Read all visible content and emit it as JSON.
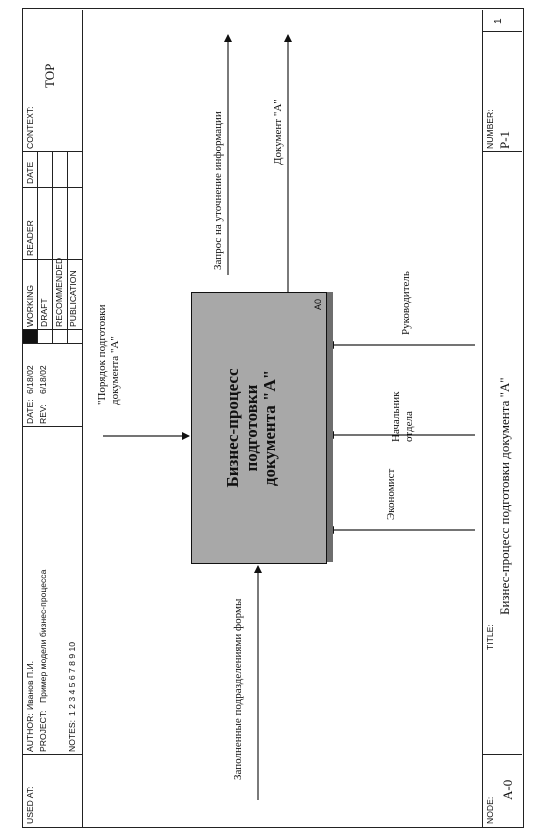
{
  "header": {
    "used_at_label": "USED AT:",
    "author_label": "AUTHOR:",
    "author": "Иванов П.И.",
    "project_label": "PROJECT:",
    "project": "Пример модели бизнес-процесса",
    "date_label": "DATE:",
    "date": "6/18/02",
    "rev_label": "REV:",
    "rev": "6/18/02",
    "notes_label": "NOTES:",
    "notes_numbers": "1 2 3 4 5 6 7 8 9 10",
    "status": {
      "working": "WORKING",
      "draft": "DRAFT",
      "recommended": "RECOMMENDED",
      "publication": "PUBLICATION"
    },
    "reader_label": "READER",
    "reader_date_label": "DATE",
    "context_label": "CONTEXT:",
    "context_value": "TOP"
  },
  "diagram": {
    "activity": {
      "line1": "Бизнес-процесс",
      "line2": "подготовки",
      "line3": "документа \"А\"",
      "number": "A0"
    },
    "arrows": {
      "input": "Заполненные подразделениями формы",
      "control_line1": "\"Порядок подготовки",
      "control_line2": "документа \"А\"",
      "output1": "Запрос на уточнение информации",
      "output2": "Документ \"А\"",
      "mech1": "Экономист",
      "mech2_line1": "Начальник",
      "mech2_line2": "отдела",
      "mech3": "Руководитель"
    }
  },
  "footer": {
    "node_label": "NODE:",
    "node_value": "A-0",
    "title_label": "TITLE:",
    "title_value": "Бизнес-процесс  подготовки документа \"А\"",
    "number_label": "NUMBER:",
    "number_value": "P-1",
    "page_value": "1"
  },
  "colors": {
    "activity_fill": "#a8a8a8",
    "status_marker": "#111111"
  }
}
